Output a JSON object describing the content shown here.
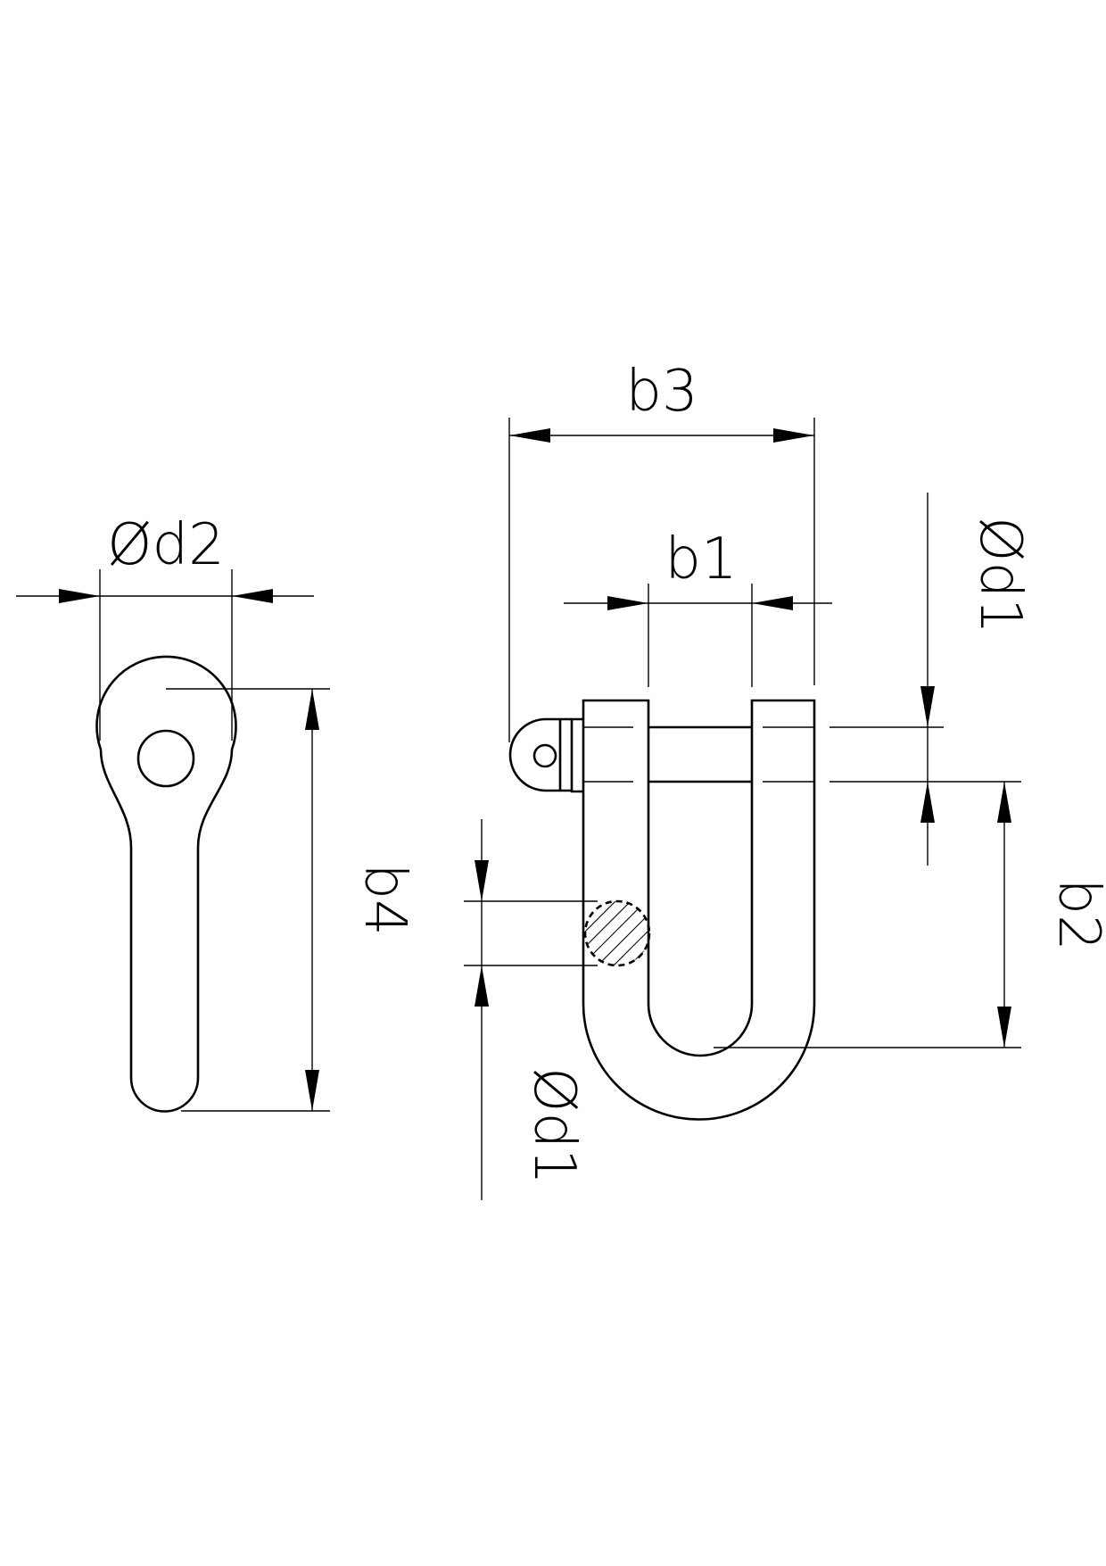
{
  "dimensions": {
    "d2": "Ød2",
    "d1_top": "Ød1",
    "d1_bottom": "Ød1",
    "b1": "b1",
    "b2": "b2",
    "b3": "b3",
    "b4": "b4"
  }
}
